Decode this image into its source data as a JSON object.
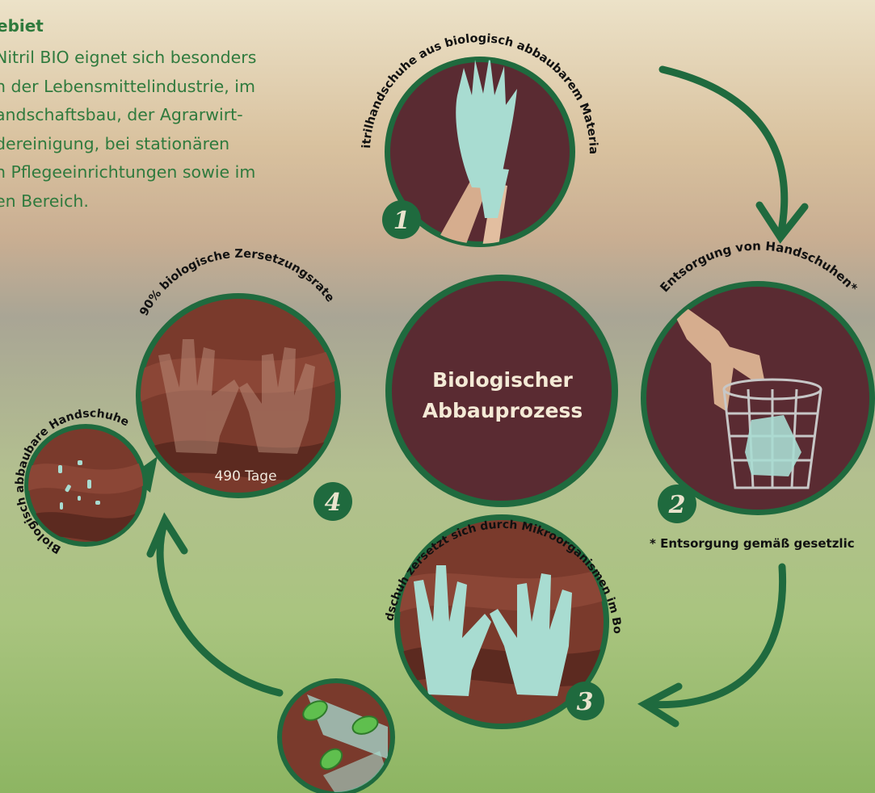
{
  "intro": {
    "title": "ebiet",
    "lines": [
      "Nitril BIO eignet sich besonders",
      "n der Lebensmittelindustrie, im",
      "andschaftsbau, der Agrarwirt-",
      "dereinigung, bei stationären",
      "n Pflegeeinrichtungen sowie im",
      "en Bereich."
    ]
  },
  "center": {
    "line1": "Biologischer",
    "line2": "Abbauprozess"
  },
  "steps": [
    {
      "number": "1",
      "label": "Nitrilhandschuhe aus biologisch abbaubarem Material"
    },
    {
      "number": "2",
      "label": "Entsorgung von Handschuhen*"
    },
    {
      "number": "3",
      "label": "Handschuh zersetzt sich durch Mikroorganismen im Boden"
    },
    {
      "number": "4",
      "label": "90% biologische Zersetzungsrate",
      "duration": "490 Tage"
    }
  ],
  "small_circle_label": "Biologisch abbaubare Handschuhe",
  "footnote": "* Entsorgung gemäß gesetzlic",
  "colors": {
    "green_dark": "#1f6a3e",
    "maroon": "#5a2b32",
    "soil": "#7a3a2c",
    "glove": "#a8dcd1",
    "text_green": "#2f7a3d"
  },
  "icons": [
    "glove-icon",
    "hand-icon",
    "trash-basket-icon",
    "bacteria-icon",
    "arrow-icon"
  ]
}
